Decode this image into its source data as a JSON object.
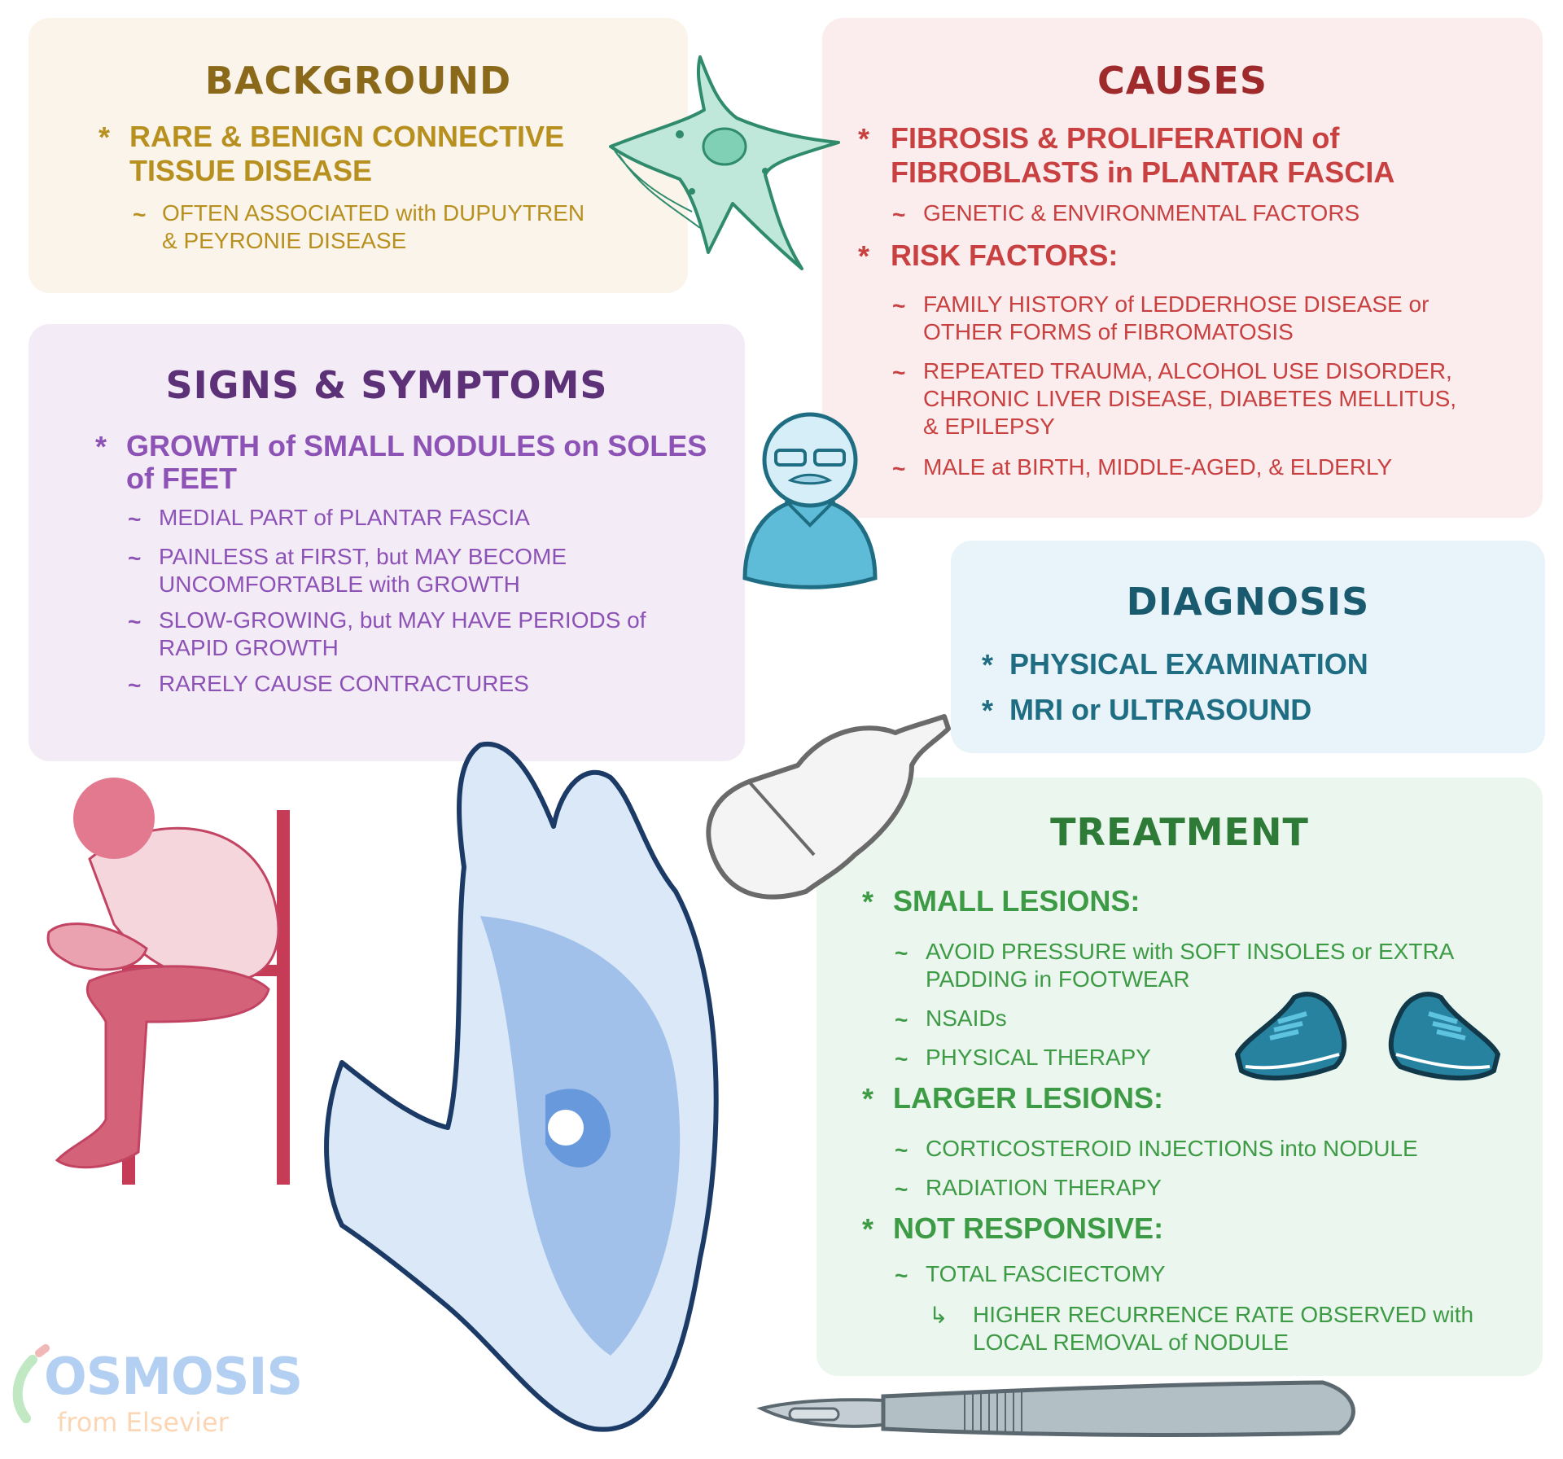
{
  "colors": {
    "background_box": "#fbf4ea",
    "background_title": "#8a6a1a",
    "background_text": "#b8901f",
    "causes_box": "#fbeced",
    "causes_title": "#9e2a2b",
    "causes_text": "#c8403f",
    "signs_box": "#f3ebf6",
    "signs_title": "#5d3178",
    "signs_text": "#8d52b5",
    "diagnosis_box": "#e8f4fa",
    "diagnosis_title": "#1a5a6e",
    "diagnosis_text": "#1f6d82",
    "treatment_box": "#ebf6ee",
    "treatment_title": "#2e7a37",
    "treatment_text": "#3d9b45"
  },
  "markers": {
    "bullet": "*",
    "sub": "~",
    "arrow": "↳"
  },
  "background": {
    "title": "BACKGROUND",
    "lines": [
      "RARE & BENIGN CONNECTIVE",
      "TISSUE DISEASE",
      "OFTEN ASSOCIATED with DUPUYTREN",
      "& PEYRONIE DISEASE"
    ]
  },
  "causes": {
    "title": "CAUSES",
    "lines": [
      "FIBROSIS & PROLIFERATION of",
      "FIBROBLASTS in PLANTAR FASCIA",
      "GENETIC & ENVIRONMENTAL FACTORS",
      "RISK FACTORS:",
      "FAMILY HISTORY of LEDDERHOSE DISEASE or",
      "OTHER FORMS of FIBROMATOSIS",
      "REPEATED TRAUMA, ALCOHOL USE DISORDER,",
      "CHRONIC LIVER DISEASE, DIABETES MELLITUS,",
      "& EPILEPSY",
      "MALE at BIRTH, MIDDLE-AGED, & ELDERLY"
    ]
  },
  "signs": {
    "title": "SIGNS & SYMPTOMS",
    "lines": [
      "GROWTH of SMALL NODULES on SOLES",
      "of FEET",
      "MEDIAL PART of PLANTAR FASCIA",
      "PAINLESS at FIRST, but MAY BECOME",
      "UNCOMFORTABLE with GROWTH",
      "SLOW-GROWING, but MAY HAVE PERIODS of",
      "RAPID GROWTH",
      "RARELY CAUSE CONTRACTURES"
    ]
  },
  "diagnosis": {
    "title": "DIAGNOSIS",
    "lines": [
      "PHYSICAL EXAMINATION",
      "MRI or ULTRASOUND"
    ]
  },
  "treatment": {
    "title": "TREATMENT",
    "lines": [
      "SMALL LESIONS:",
      "AVOID PRESSURE with SOFT INSOLES or EXTRA",
      "PADDING in FOOTWEAR",
      "NSAIDs",
      "PHYSICAL THERAPY",
      "LARGER LESIONS:",
      "CORTICOSTEROID INJECTIONS into NODULE",
      "RADIATION THERAPY",
      "NOT RESPONSIVE:",
      "TOTAL FASCIECTOMY",
      "HIGHER RECURRENCE RATE OBSERVED with",
      "LOCAL REMOVAL of NODULE"
    ]
  },
  "logo": {
    "brand": "OSMOSIS",
    "sub": "from Elsevier"
  }
}
